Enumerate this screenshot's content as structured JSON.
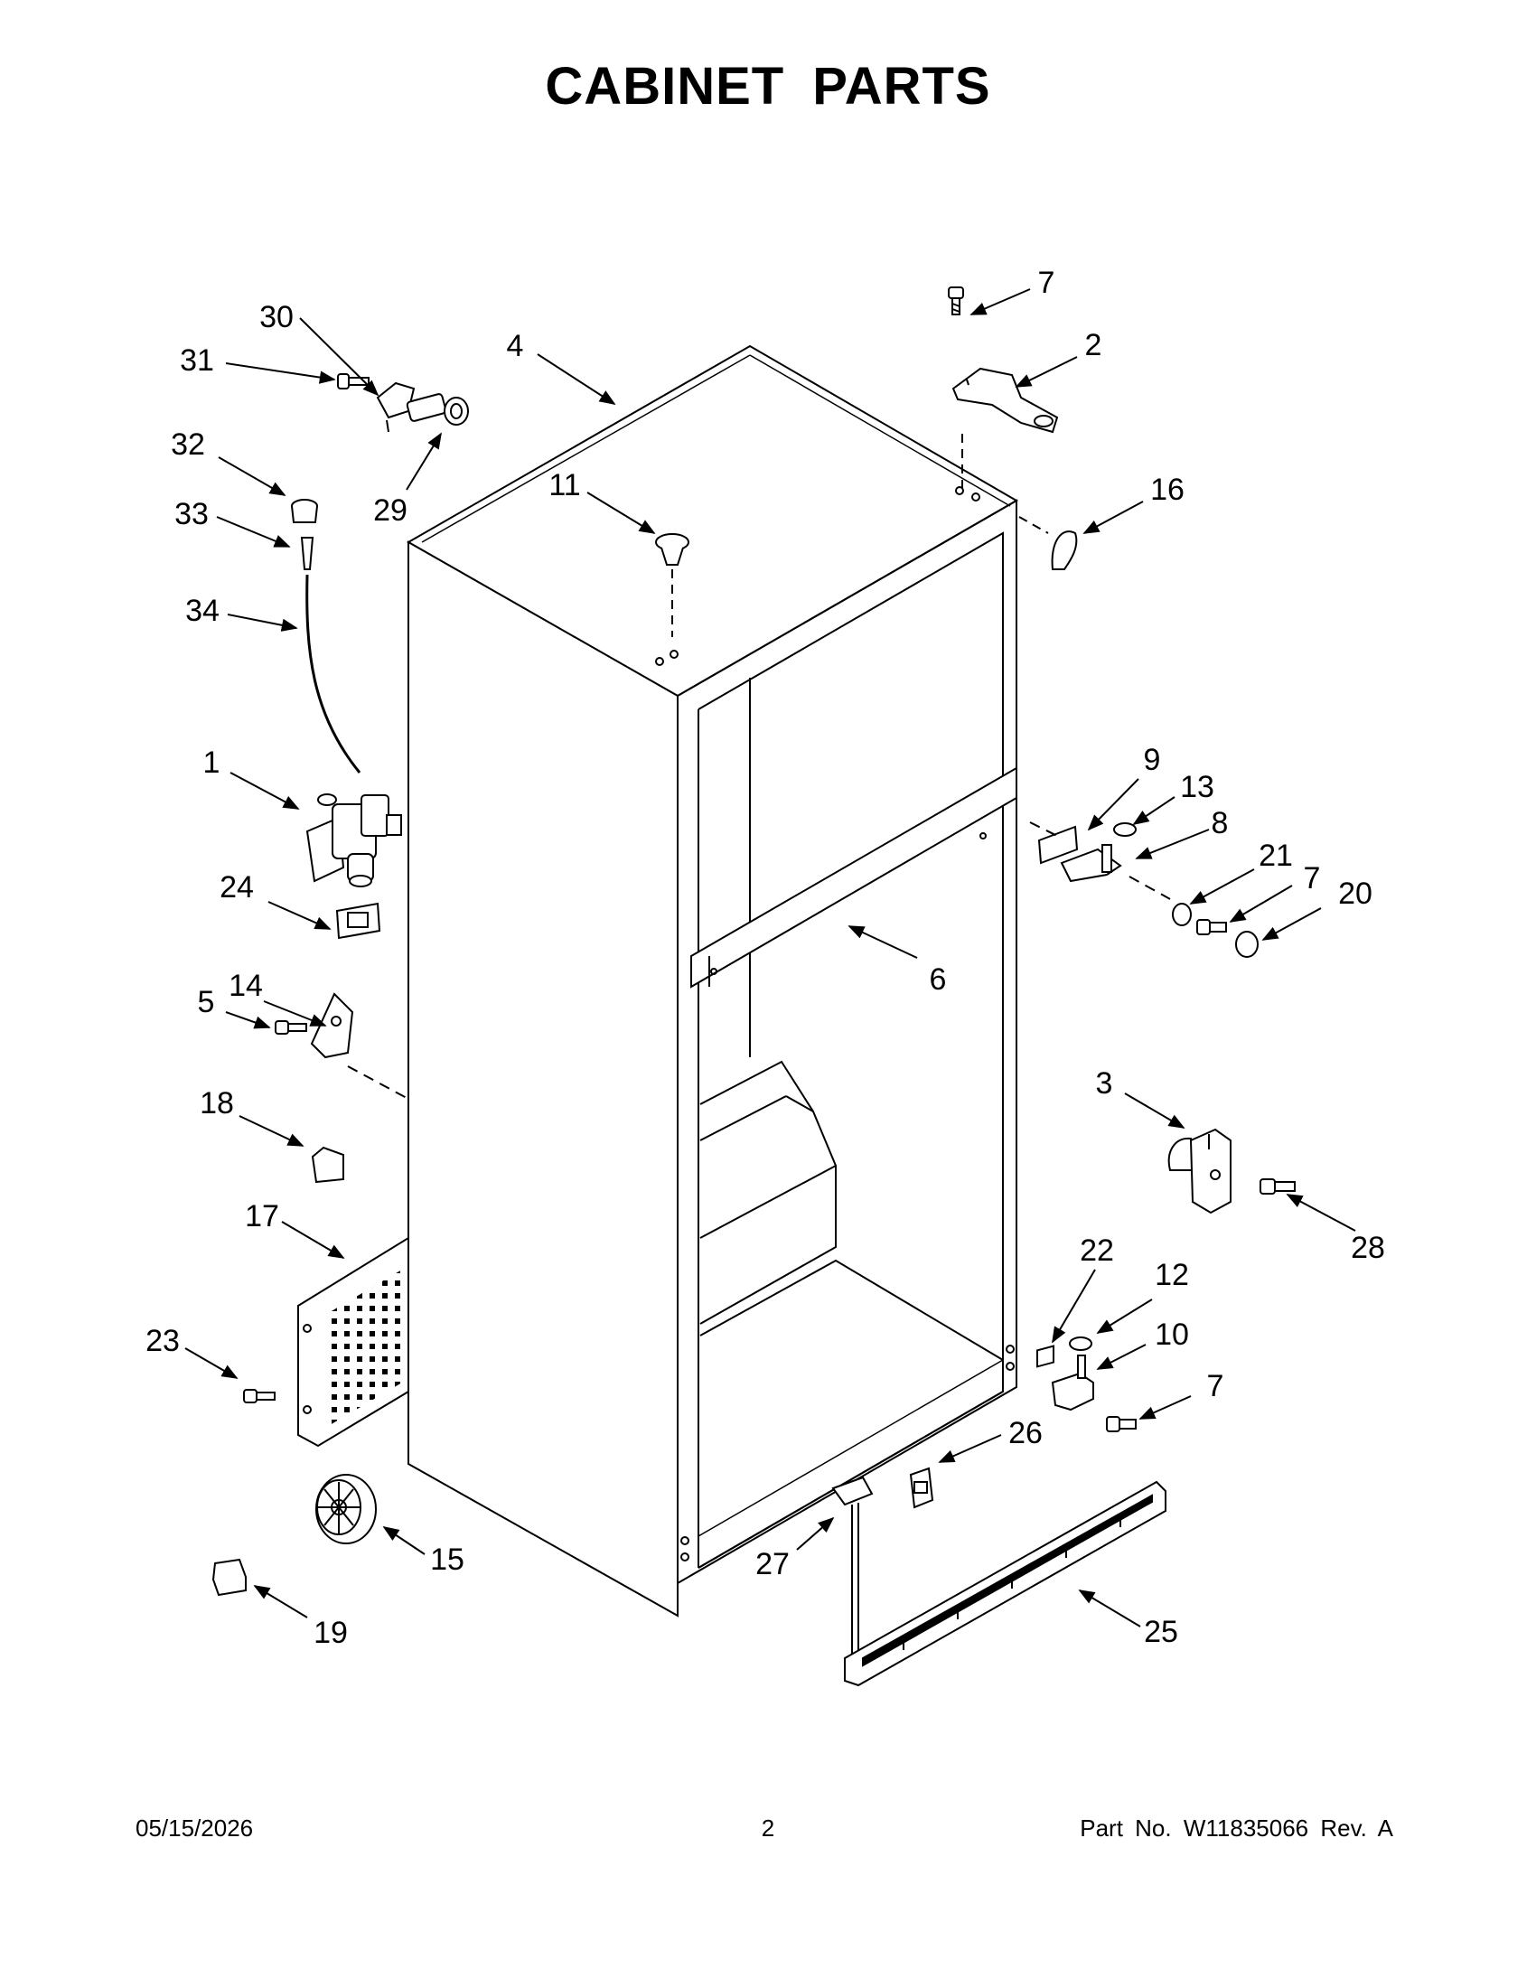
{
  "title": "CABINET PARTS",
  "footer": {
    "date": "05/15/2026",
    "page": "2",
    "part_number": "Part No.  W11835066  Rev.  A"
  },
  "callouts": [
    "30",
    "31",
    "4",
    "7",
    "2",
    "32",
    "29",
    "11",
    "16",
    "33",
    "34",
    "1",
    "9",
    "13",
    "8",
    "21",
    "7",
    "20",
    "24",
    "6",
    "14",
    "5",
    "3",
    "18",
    "28",
    "17",
    "22",
    "12",
    "10",
    "23",
    "7",
    "26",
    "15",
    "27",
    "25",
    "19"
  ]
}
